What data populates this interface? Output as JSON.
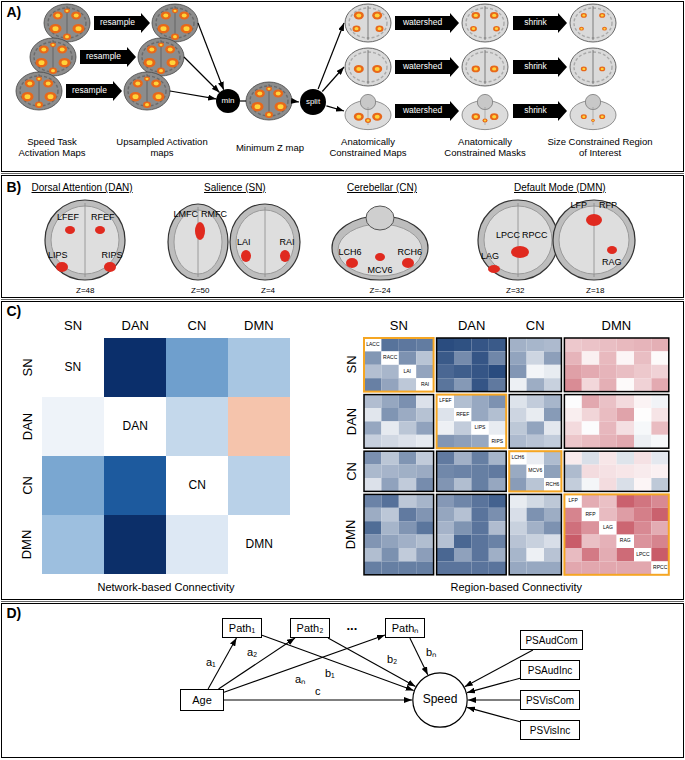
{
  "diagram": {
    "nodes": [
      {
        "text": [
          "resample"
        ]
      },
      {
        "text": [
          "resample"
        ]
      },
      {
        "text": [
          "resample"
        ]
      },
      {
        "text": [
          "min"
        ]
      },
      {
        "text": [
          "split"
        ]
      },
      {
        "text": [
          "watershed"
        ]
      },
      {
        "text": [
          "watershed"
        ]
      },
      {
        "text": [
          "watershed"
        ]
      },
      {
        "text": [
          "shrink"
        ]
      },
      {
        "text": [
          "shrink"
        ]
      },
      {
        "text": [
          "shrink"
        ]
      },
      {
        "text": [
          "Age"
        ]
      },
      {
        "text": [
          "Path₁"
        ]
      },
      {
        "text": [
          "Path₂"
        ]
      },
      {
        "text": [
          "Pathₙ"
        ]
      },
      {
        "text": [
          "Speed"
        ]
      },
      {
        "text": [
          "PSAudCom"
        ]
      },
      {
        "text": [
          "PSAudInc"
        ]
      },
      {
        "text": [
          "PSVisCom"
        ]
      },
      {
        "text": [
          "PSVisInc"
        ]
      }
    ],
    "edges": [
      {
        "from": 11,
        "to": 12,
        "label": "a₁",
        "arrow": "to"
      },
      {
        "from": 11,
        "to": 13,
        "label": "a₂",
        "arrow": "to"
      },
      {
        "from": 11,
        "to": 14,
        "label": "aₙ",
        "arrow": "to"
      },
      {
        "from": 12,
        "to": 15,
        "label": "b₁",
        "arrow": "to"
      },
      {
        "from": 13,
        "to": 15,
        "label": "b₂",
        "arrow": "to"
      },
      {
        "from": 14,
        "to": 15,
        "label": "bₙ",
        "arrow": "to"
      },
      {
        "from": 11,
        "to": 15,
        "label": "c",
        "arrow": "to"
      },
      {
        "from": 16,
        "to": 15,
        "arrow": "to"
      },
      {
        "from": 17,
        "to": 15,
        "arrow": "to"
      },
      {
        "from": 18,
        "to": 15,
        "arrow": "to"
      },
      {
        "from": 19,
        "to": 15,
        "arrow": "to"
      }
    ],
    "labels": [
      "A)",
      "Speed Task Activation Maps",
      "Upsampled Activation maps",
      "Minimum Z map",
      "Anatomically Constrained Maps",
      "Anatomically Constrained Masks",
      "Size Constrained Region of Interest",
      "B)",
      "Dorsal Attention (DAN)",
      "Salience (SN)",
      "Cerebellar (CN)",
      "Default Mode (DMN)",
      "LFEF",
      "RFEF",
      "LIPS",
      "RIPS",
      "LMFC",
      "RMFC",
      "LAI",
      "RAI",
      "LCH6",
      "RCH6",
      "MCV6",
      "LFP",
      "RFP",
      "LPCC",
      "RPCC",
      "LAG",
      "RAG",
      "Z=48",
      "Z=50",
      "Z=4",
      "Z=-24",
      "Z=32",
      "Z=18",
      "C)",
      "SN",
      "DAN",
      "CN",
      "DMN",
      "SN",
      "DAN",
      "CN",
      "DMN",
      "SN",
      "DAN",
      "CN",
      "DMN",
      "SN",
      "DAN",
      "CN",
      "DMN",
      "SN",
      "DAN",
      "CN",
      "DMN",
      "LACC",
      "RACC",
      "LAI",
      "RAI",
      "LFEF",
      "RFEF",
      "LIPS",
      "RIPS",
      "LCH6",
      "MCV6",
      "RCH6",
      "LFP",
      "RFP",
      "LAG",
      "RAG",
      "LPCC",
      "RPCC",
      "Network-based Connectivity",
      "Region-based Connectivity",
      "D)",
      "..."
    ]
  }
}
